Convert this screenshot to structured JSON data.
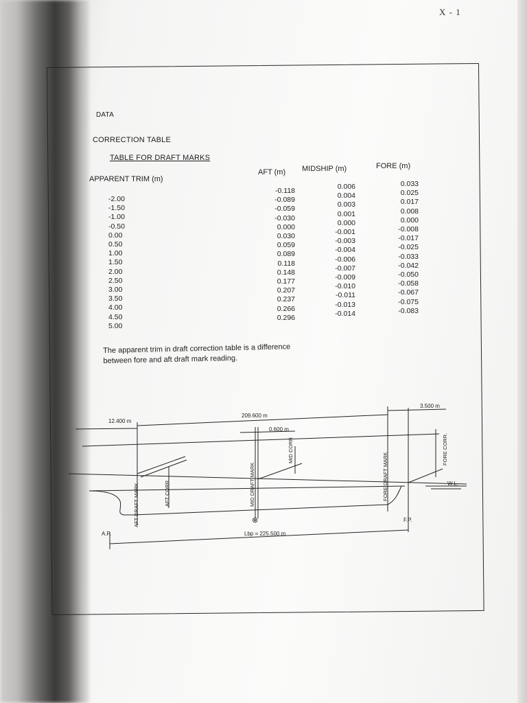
{
  "page_number": "X - 1",
  "headings": {
    "general": "DATA",
    "correction_table": "CORRECTION TABLE",
    "table_title": "TABLE FOR DRAFT MARKS"
  },
  "columns": {
    "trim": "APPARENT TRIM (m)",
    "aft": "AFT (m)",
    "midship": "MIDSHIP (m)",
    "fore": "FORE (m)"
  },
  "table": {
    "trim": [
      "-2.00",
      "-1.50",
      "-1.00",
      "-0.50",
      "0.00",
      "0.50",
      "1.00",
      "1.50",
      "2.00",
      "2.50",
      "3.00",
      "3.50",
      "4.00",
      "4.50",
      "5.00"
    ],
    "aft": [
      "-0.118",
      "-0.089",
      "-0.059",
      "-0.030",
      "0.000",
      "0.030",
      "0.059",
      "0.089",
      "0.118",
      "0.148",
      "0.177",
      "0.207",
      "0.237",
      "0.266",
      "0.296"
    ],
    "midship": [
      "0.006",
      "0.004",
      "0.003",
      "0.001",
      "0.000",
      "-0.001",
      "-0.003",
      "-0.004",
      "-0.006",
      "-0.007",
      "-0.009",
      "-0.010",
      "-0.011",
      "-0.013",
      "-0.014"
    ],
    "fore": [
      "0.033",
      "0.025",
      "0.017",
      "0.008",
      "0.000",
      "-0.008",
      "-0.017",
      "-0.025",
      "-0.033",
      "-0.042",
      "-0.050",
      "-0.058",
      "-0.067",
      "-0.075",
      "-0.083"
    ]
  },
  "note": {
    "line1": "The apparent trim in draft correction table is a difference",
    "line2": "between fore and aft draft mark reading."
  },
  "diagram": {
    "dim_aft": "12.400 m",
    "dim_draft_marks": "209.600 m",
    "dim_fore": "3.500 m",
    "dim_mid": "0.600 m",
    "lbp": "Lbp = 225.500 m",
    "ap": "A.P.",
    "fp": "F.P.",
    "wl": "W.L.",
    "aft_draft_mark": "AFT DRAFT MARK",
    "aft_corr": "AFT CORR",
    "mid_draft_mark": "MID DRAFT MARK",
    "mid_corr": "MID CORR",
    "fore_draft_mark": "FORE DRAFT MARK",
    "fore_corr": "FORE CORR.",
    "midship_symbol": "⊗"
  }
}
